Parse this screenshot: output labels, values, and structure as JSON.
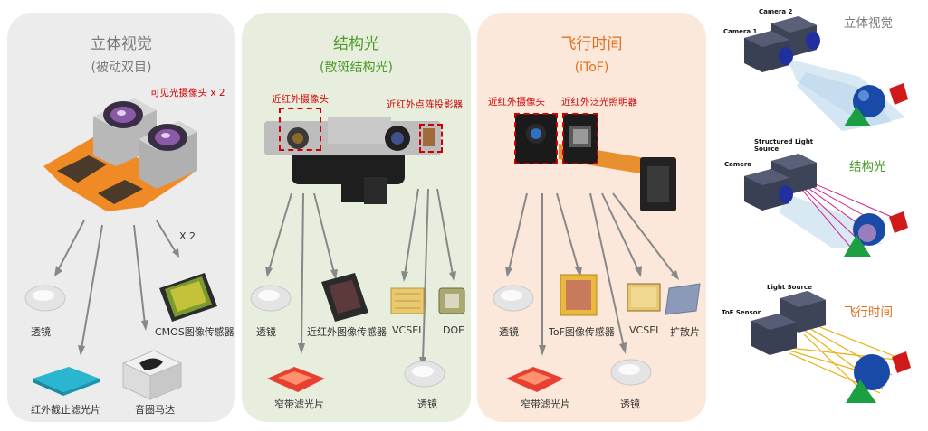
{
  "colors": {
    "panel_stereo": "#ececec",
    "panel_structured": "#e8eedd",
    "panel_tof": "#fce8da",
    "title_stereo": "#7a7a7a",
    "title_structured": "#4a9a2a",
    "title_tof": "#e07020",
    "highlight": "#d00000"
  },
  "stereo": {
    "title": "立体视觉",
    "subtitle": "(被动双目)",
    "camera_tag": "可见光摄像头 x 2",
    "multiplier": "X 2",
    "parts": {
      "lens": "透镜",
      "cmos": "CMOS图像传感器",
      "ir_cut": "红外截止滤光片",
      "vcm": "音圈马达"
    }
  },
  "structured": {
    "title": "结构光",
    "subtitle": "(散斑结构光)",
    "ir_camera_tag": "近红外摄像头",
    "projector_tag": "近红外点阵投影器",
    "parts": {
      "lens": "透镜",
      "nir_sensor": "近红外图像传感器",
      "vcsel": "VCSEL",
      "doe": "DOE",
      "filter": "窄带滤光片",
      "lens2": "透镜"
    }
  },
  "tof": {
    "title": "飞行时间",
    "subtitle": "(iToF)",
    "ir_camera_tag": "近红外摄像头",
    "flood_tag": "近红外泛光照明器",
    "parts": {
      "lens": "透镜",
      "tof_sensor": "ToF图像传感器",
      "vcsel": "VCSEL",
      "diffuser": "扩散片",
      "filter": "窄带滤光片",
      "lens2": "透镜"
    }
  },
  "right": {
    "stereo": {
      "cam2": "Camera 2",
      "cam1": "Camera 1",
      "title": "立体视觉"
    },
    "structured": {
      "source": "Structured Light Source",
      "camera": "Camera",
      "title": "结构光"
    },
    "tof": {
      "source": "Light Source",
      "sensor": "ToF Sensor",
      "title": "飞行时间"
    }
  }
}
